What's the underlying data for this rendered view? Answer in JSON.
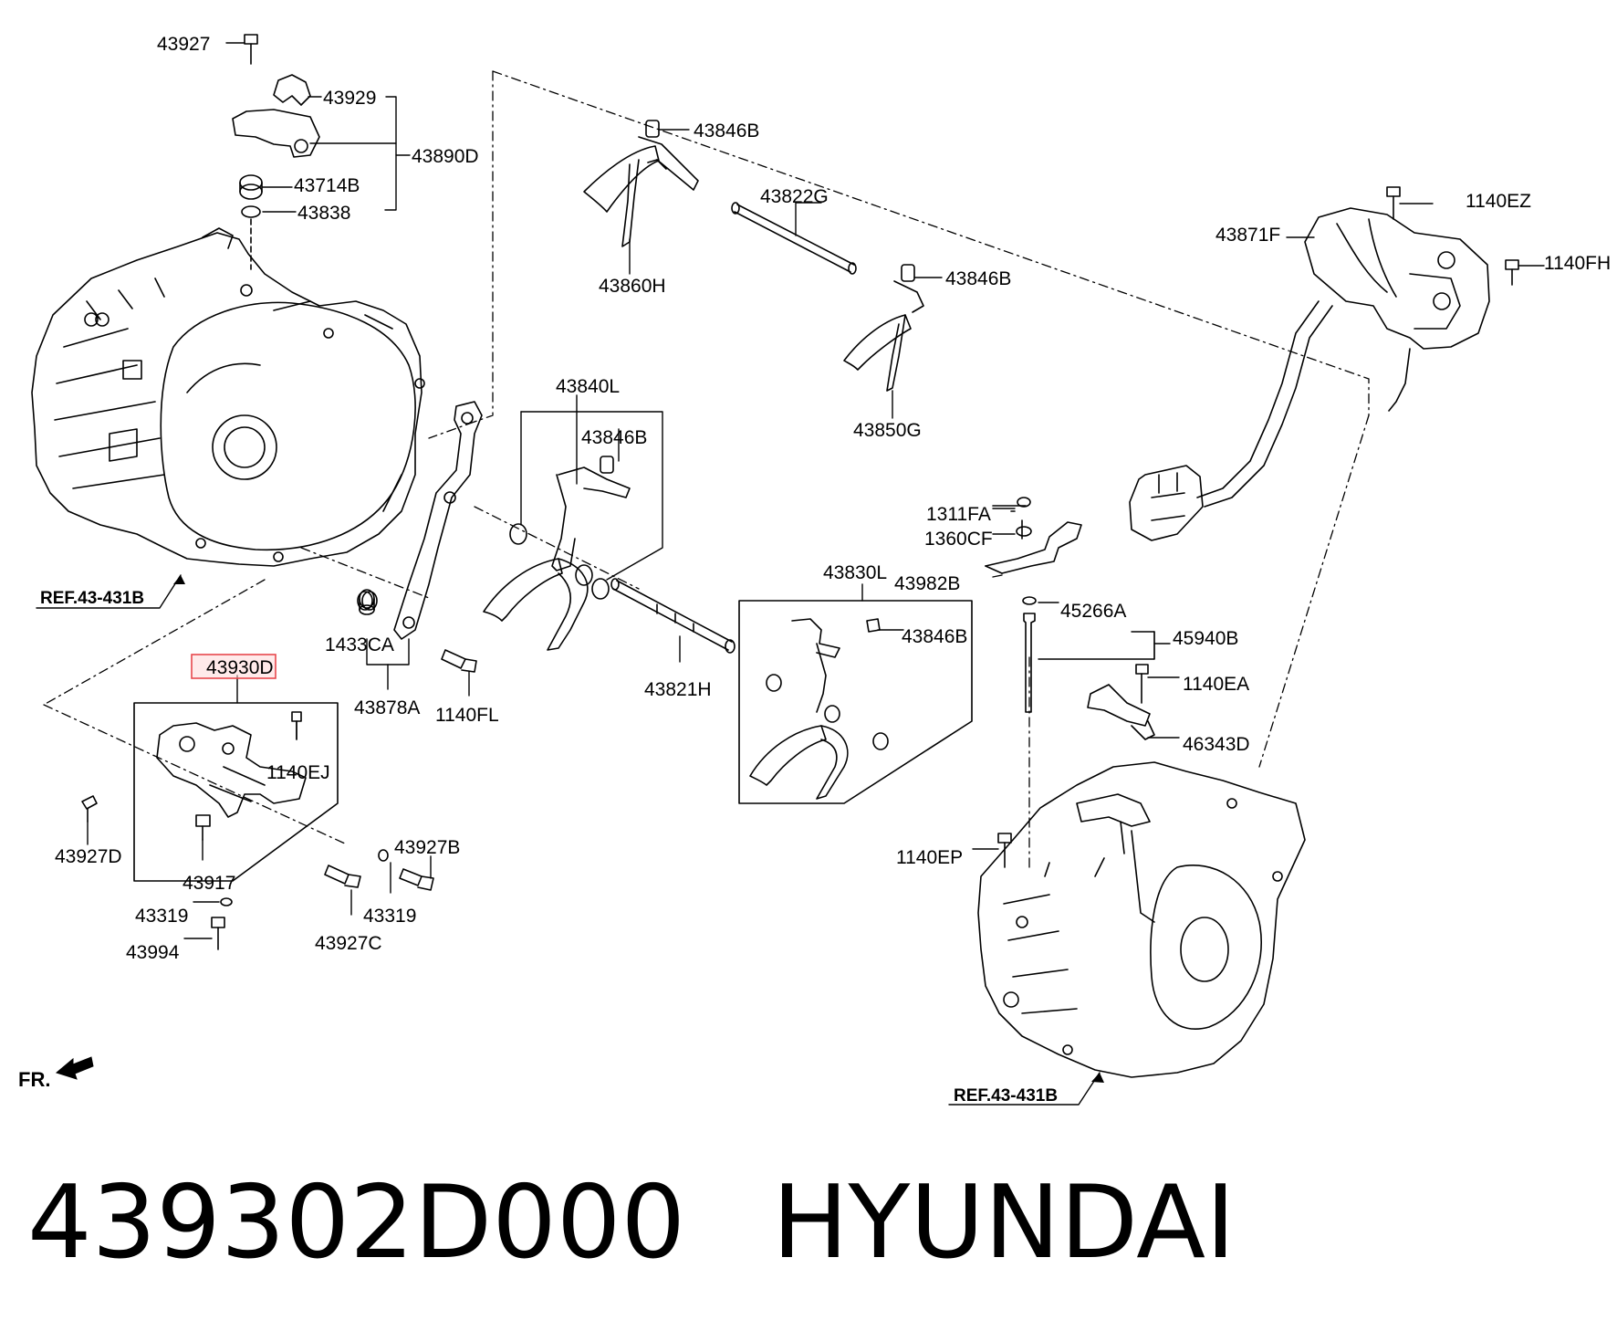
{
  "highlight_color": "#e8484c",
  "parts": {
    "p43927": "43927",
    "p43929": "43929",
    "p43890D": "43890D",
    "p43714B": "43714B",
    "p43838": "43838",
    "p43846B_top": "43846B",
    "p43822G": "43822G",
    "p43860H": "43860H",
    "p43846B_right": "43846B",
    "p43850G": "43850G",
    "p43840L": "43840L",
    "p43846B_mid": "43846B",
    "p43930D": "43930D",
    "p1140EJ": "1140EJ",
    "p43927D": "43927D",
    "p43917": "43917",
    "p43927B": "43927B",
    "p43319_left": "43319",
    "p43319_right": "43319",
    "p43994": "43994",
    "p43927C": "43927C",
    "p1433CA": "1433CA",
    "p43878A": "43878A",
    "p1140FL": "1140FL",
    "p43821H": "43821H",
    "p43830L": "43830L",
    "p43846B_box": "43846B",
    "p1311FA": "1311FA",
    "p1360CF": "1360CF",
    "p43982B": "43982B",
    "p45266A": "45266A",
    "p45940B": "45940B",
    "p1140EA": "1140EA",
    "p46343D": "46343D",
    "p1140EP": "1140EP",
    "p43871F": "43871F",
    "p1140EZ": "1140EZ",
    "p1140FH": "1140FH"
  },
  "refs": {
    "ref_left": "REF.43-431B",
    "ref_right": "REF.43-431B"
  },
  "fr": "FR.",
  "footer": {
    "part_number": "439302D000",
    "brand": "HYUNDAI"
  }
}
